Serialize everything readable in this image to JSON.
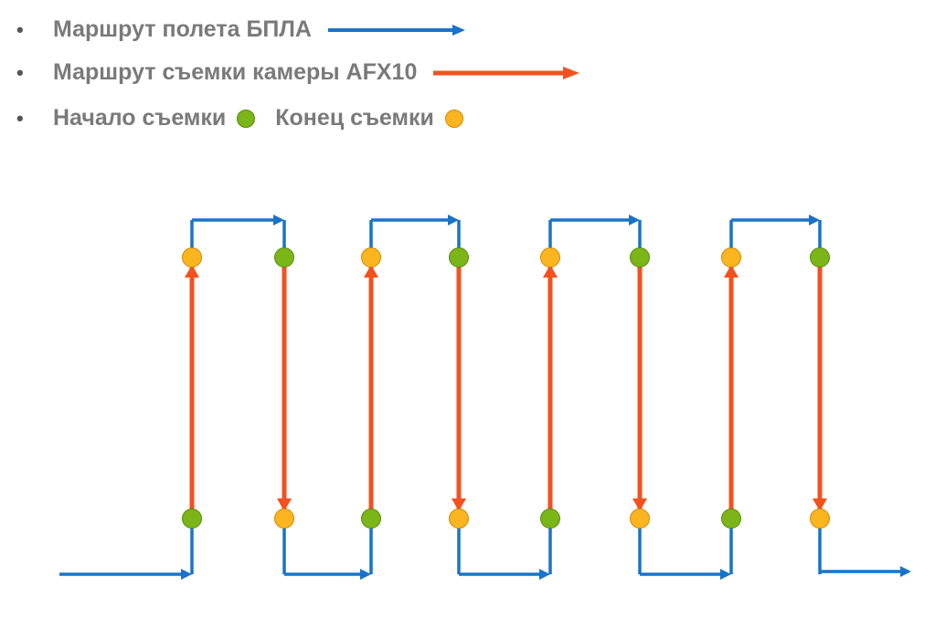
{
  "legend": {
    "flight_route": "Маршрут полета БПЛА",
    "camera_route": "Маршрут съемки камеры AFX10",
    "start_label": "Начало съемки",
    "end_label": "Конец съемки"
  },
  "colors": {
    "flight": "#1a73c8",
    "camera": "#f4511e",
    "start": "#7cb518",
    "end": "#fbb521",
    "text": "#7a7a7a"
  },
  "passes": [
    "up",
    "down",
    "up",
    "down",
    "up",
    "down",
    "up",
    "down"
  ]
}
